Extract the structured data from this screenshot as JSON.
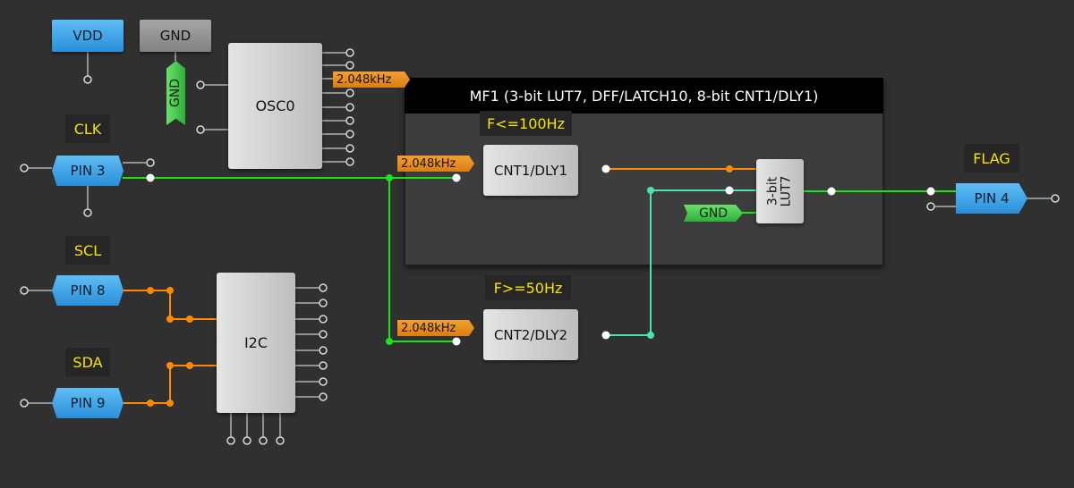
{
  "power": {
    "vdd_label": "VDD",
    "gnd_label": "GND",
    "gnd_tag": "GND"
  },
  "pins": {
    "clk": {
      "signal": "CLK",
      "label": "PIN 3"
    },
    "scl": {
      "signal": "SCL",
      "label": "PIN 8"
    },
    "sda": {
      "signal": "SDA",
      "label": "PIN 9"
    },
    "flag": {
      "signal": "FLAG",
      "label": "PIN 4"
    }
  },
  "blocks": {
    "osc0": "OSC0",
    "i2c": "I2C",
    "mf1_title": "MF1 (3-bit LUT7, DFF/LATCH10, 8-bit CNT1/DLY1)",
    "cnt1": "CNT1/DLY1",
    "cnt2": "CNT2/DLY2",
    "lut_line1": "3-bit",
    "lut_line2": "LUT7",
    "lut_gnd": "GND"
  },
  "frequencies": {
    "osc_out": "2.048kHz",
    "cnt1_in": "2.048kHz",
    "cnt2_in": "2.048kHz"
  },
  "annotations": {
    "cnt1": "F<=100Hz",
    "cnt2": "F>=50Hz"
  },
  "colors": {
    "background": "#303030",
    "wire_green": "#19e619",
    "wire_orange": "#ff8a00",
    "wire_teal": "#4de0b0",
    "label_yellow": "#f7e300"
  }
}
